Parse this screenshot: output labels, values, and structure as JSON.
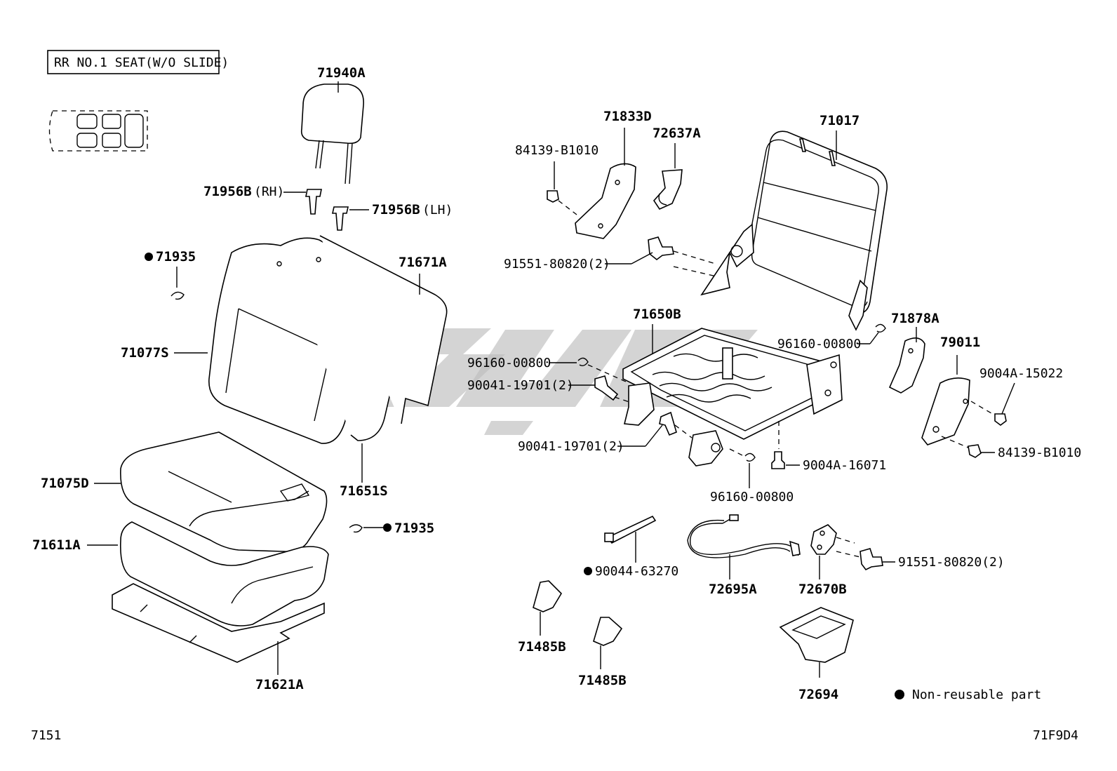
{
  "header": {
    "title": "RR NO.1 SEAT(W/O SLIDE)"
  },
  "parts": {
    "p71940A": "71940A",
    "p71956B_rh": "71956B",
    "p71956B_rh_suffix": "(RH)",
    "p71956B_lh": "71956B",
    "p71956B_lh_suffix": "(LH)",
    "p71935_top": "71935",
    "p71671A": "71671A",
    "p71077S": "71077S",
    "p71075D": "71075D",
    "p71651S": "71651S",
    "p71935_mid": "71935",
    "p71611A": "71611A",
    "p71621A": "71621A",
    "p71833D": "71833D",
    "p72637A": "72637A",
    "p71017": "71017",
    "p84139_B1010_top": "84139-B1010",
    "p91551_80820_top": "91551-80820(2)",
    "p71650B": "71650B",
    "p96160_00800_a": "96160-00800",
    "p96160_00800_b": "96160-00800",
    "p96160_00800_c": "96160-00800",
    "p90041_19701_a": "90041-19701(2)",
    "p90041_19701_b": "90041-19701(2)",
    "p71878A": "71878A",
    "p79011": "79011",
    "p9004A_15022": "9004A-15022",
    "p84139_B1010_bot": "84139-B1010",
    "p9004A_16071": "9004A-16071",
    "p90044_63270": "90044-63270",
    "p72695A": "72695A",
    "p72670B": "72670B",
    "p91551_80820_bot": "91551-80820(2)",
    "p71485B_a": "71485B",
    "p71485B_b": "71485B",
    "p72694": "72694"
  },
  "legend": {
    "non_reusable": "Non-reusable part"
  },
  "footer": {
    "page_code": "7151",
    "diagram_code": "71F9D4"
  }
}
